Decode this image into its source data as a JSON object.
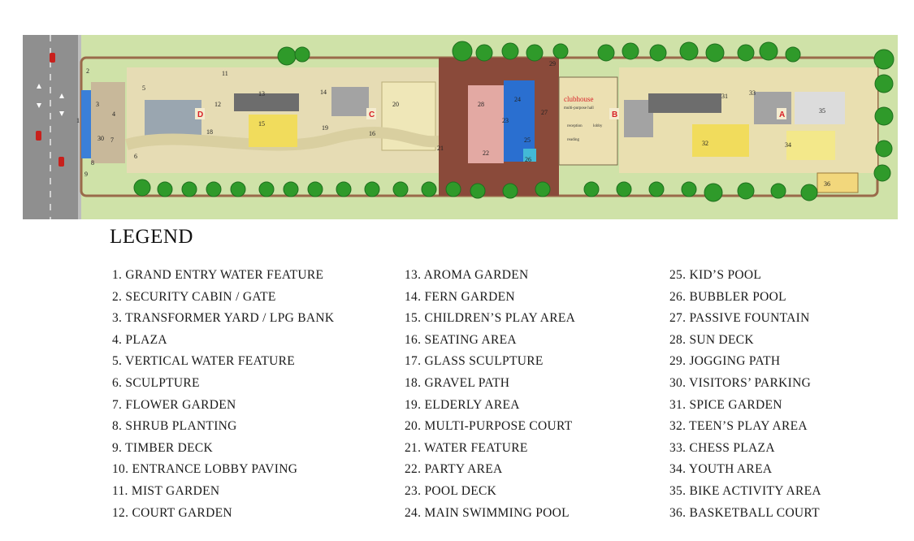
{
  "map": {
    "blocks": [
      "A",
      "B",
      "C",
      "D"
    ],
    "clubhouse_label": "clubhouse",
    "clubhouse_sublabel": "multi-purpose hall",
    "room_labels": [
      "reception",
      "lobby",
      "reading"
    ],
    "number_markers": [
      "1",
      "2",
      "3",
      "4",
      "5",
      "6",
      "7",
      "8",
      "9",
      "11",
      "12",
      "13",
      "14",
      "15",
      "16",
      "18",
      "19",
      "20",
      "21",
      "22",
      "23",
      "24",
      "25",
      "26",
      "27",
      "28",
      "29",
      "30",
      "31",
      "32",
      "33",
      "34",
      "35",
      "36"
    ],
    "colors": {
      "lawn": "#c9dfa0",
      "path": "#8a4a3a",
      "road": "#8f8f8f",
      "pool": "#2a6fd0",
      "block_label": "#d81f26",
      "tree": "#2f9a2a"
    }
  },
  "legend": {
    "title": "LEGEND",
    "columns": [
      [
        "1. GRAND ENTRY WATER FEATURE",
        "2. SECURITY CABIN / GATE",
        "3. TRANSFORMER YARD / LPG BANK",
        "4. PLAZA",
        "5. VERTICAL WATER FEATURE",
        "6. SCULPTURE",
        "7. FLOWER GARDEN",
        "8. SHRUB PLANTING",
        "9. TIMBER DECK",
        "10. ENTRANCE LOBBY PAVING",
        "11. MIST GARDEN",
        "12. COURT GARDEN"
      ],
      [
        "13.  AROMA GARDEN",
        "14. FERN GARDEN",
        "15. CHILDREN’S PLAY AREA",
        "16. SEATING AREA",
        "17. GLASS SCULPTURE",
        "18. GRAVEL PATH",
        "19. ELDERLY AREA",
        "20. MULTI-PURPOSE COURT",
        "21. WATER FEATURE",
        "22. PARTY AREA",
        "23. POOL DECK",
        "24. MAIN SWIMMING POOL"
      ],
      [
        "25. KID’S POOL",
        "26. BUBBLER POOL",
        "27. PASSIVE FOUNTAIN",
        "28. SUN DECK",
        "29. JOGGING PATH",
        "30. VISITORS’ PARKING",
        "31. SPICE GARDEN",
        "32. TEEN’S PLAY AREA",
        "33. CHESS PLAZA",
        "34. YOUTH AREA",
        "35. BIKE ACTIVITY AREA",
        "36. BASKETBALL COURT"
      ]
    ]
  }
}
